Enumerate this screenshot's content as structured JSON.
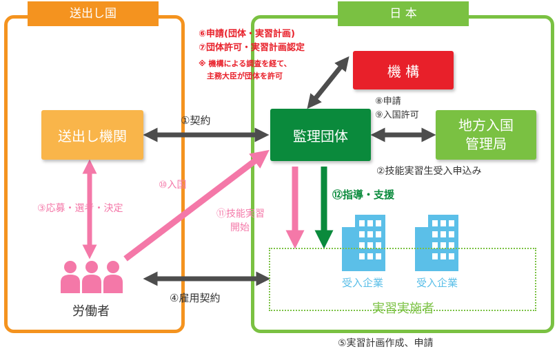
{
  "sending_country": {
    "tab_label": "送出し国",
    "org_label": "送出し機関",
    "workers_label": "労働者"
  },
  "japan": {
    "tab_label": "日 本",
    "kanri_label": "監理団体",
    "kikou_label": "機 構",
    "chiho_label_line1": "地方入国",
    "chiho_label_line2": "管理局",
    "company1_label": "受入企業",
    "company2_label": "受入企業",
    "trainee_area_label": "実習実施者"
  },
  "steps": {
    "s1": "①契約",
    "s2": "②技能実習生受入申込み",
    "s3": "③応募・選考・決定",
    "s4": "④雇用契約",
    "s5": "⑤実習計画作成、申請",
    "s6": "⑥申請(団体・実習計画)",
    "s7": "⑦団体許可・実習計画認定",
    "note_line1": "※ 機構による調査を経て、",
    "note_line2": "主務大臣が団体を許可",
    "s8": "⑧申請",
    "s9": "⑨入国許可",
    "s10": "⑩入国",
    "s11_line1": "⑪技能実習",
    "s11_line2": "開始",
    "s12": "⑫指導・支援"
  },
  "colors": {
    "orange": "#f4931f",
    "green": "#7ac142",
    "dark_green": "#0a8a3c",
    "red": "#e8202a",
    "pink": "#f478a8",
    "blue": "#5bbfe8",
    "gray_arrow": "#4d4d4d"
  },
  "icons": [
    "building-icon",
    "person-icon",
    "double-arrow-icon"
  ]
}
